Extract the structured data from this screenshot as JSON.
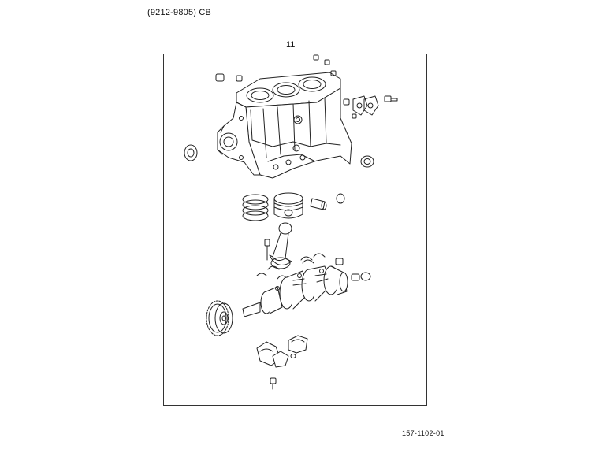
{
  "header": {
    "model_code": "(9212-9805) CB"
  },
  "diagram": {
    "callout_number": "11",
    "parts": [
      "cylinder-block",
      "oil-seal-front",
      "oil-seal-rear",
      "gasket-pair",
      "bolt",
      "piston-rings",
      "piston",
      "piston-pin",
      "snap-ring",
      "connecting-rod",
      "connecting-rod-bolt",
      "bearing-shells",
      "crankshaft",
      "crankshaft-timing-gear",
      "crankshaft-pin",
      "main-bearing-caps",
      "cap-bolt"
    ]
  },
  "footer": {
    "reference_code": "157-1102-01"
  }
}
